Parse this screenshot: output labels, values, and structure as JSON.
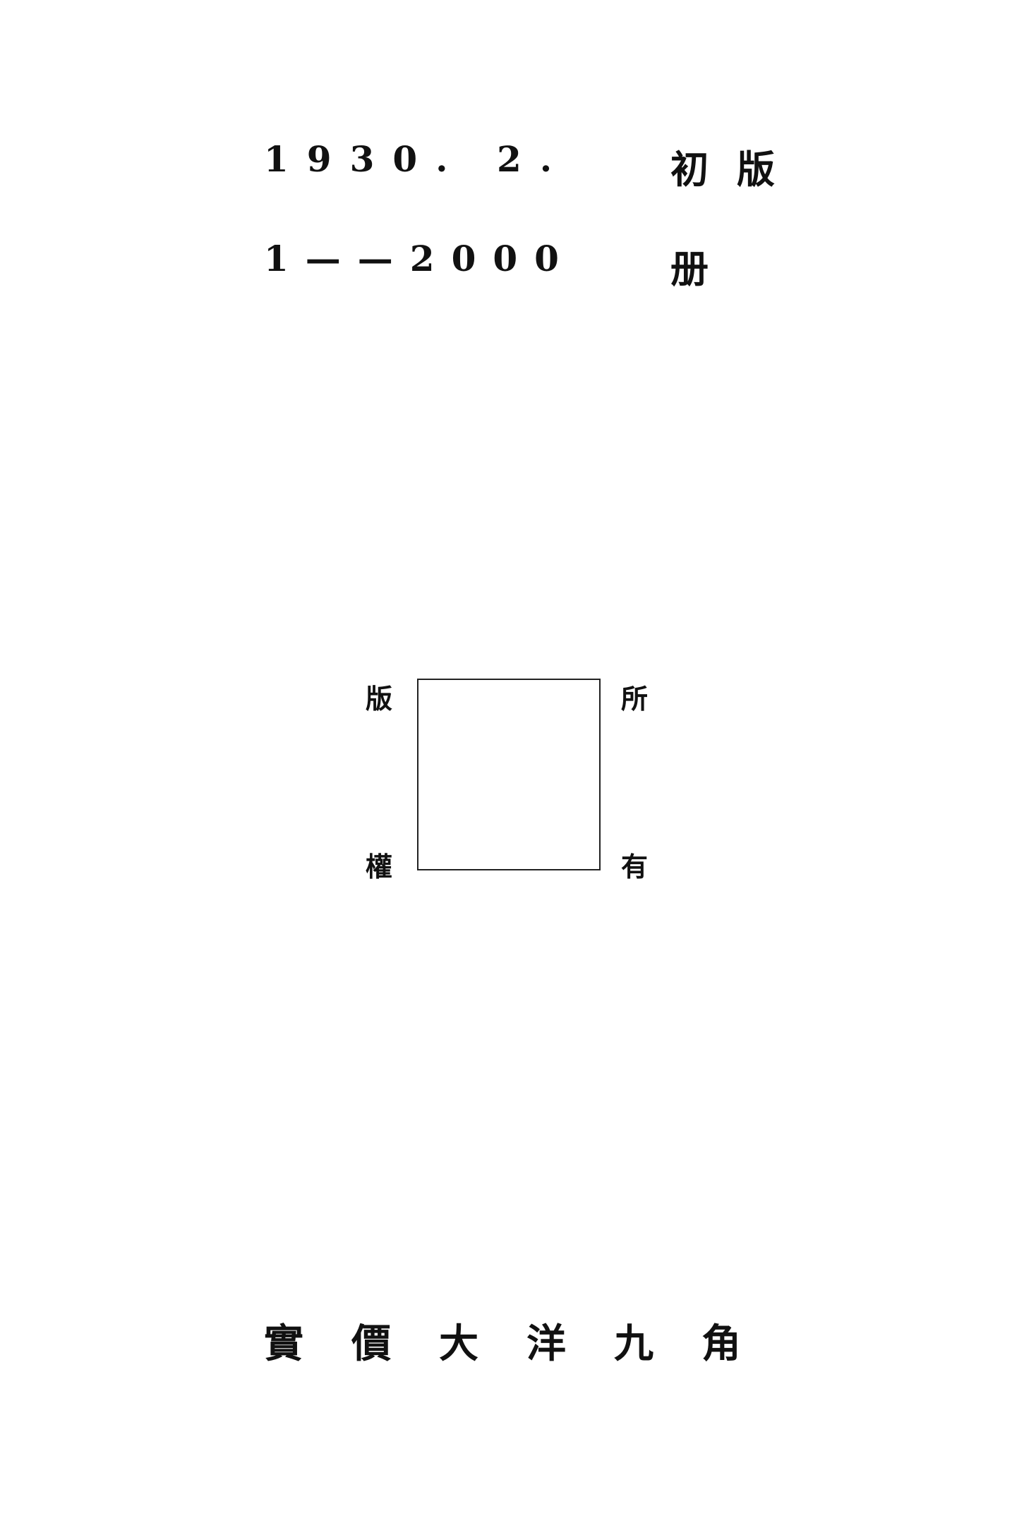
{
  "edition": {
    "date": "1930. 2.",
    "label": "初版"
  },
  "print_run": {
    "range": "1——2000",
    "unit": "册"
  },
  "copyright_box": {
    "top_left": "版",
    "top_right": "所",
    "bottom_left": "權",
    "bottom_right": "有"
  },
  "price": "實價大洋九角"
}
